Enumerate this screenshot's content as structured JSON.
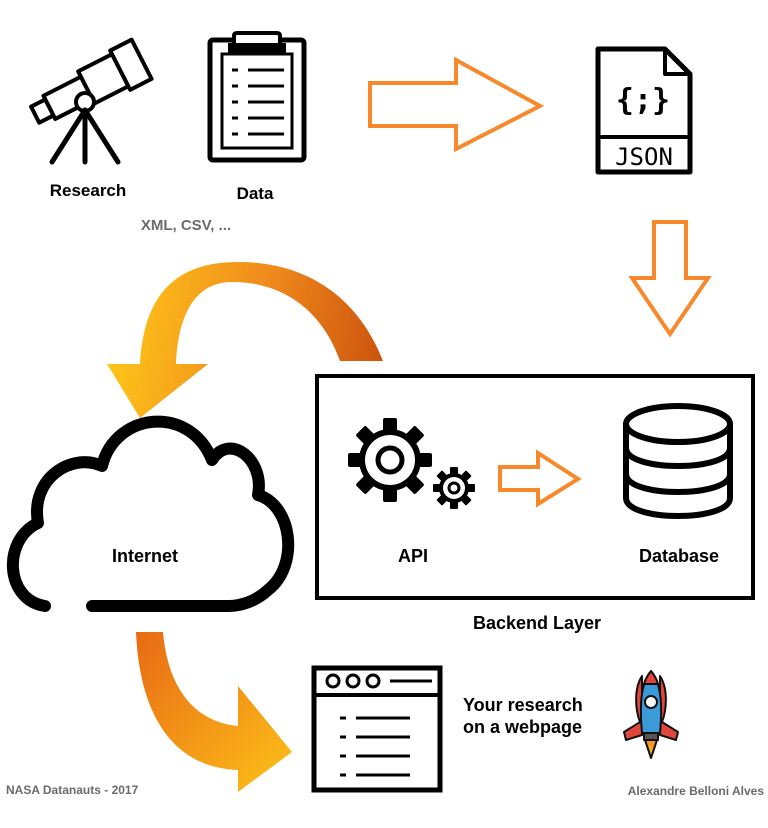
{
  "labels": {
    "research": "Research",
    "data": "Data",
    "formats": "XML, CSV, ...",
    "json": "JSON",
    "json_braces": "{;}",
    "internet": "Internet",
    "api": "API",
    "database": "Database",
    "backend_layer": "Backend Layer",
    "result_line1": "Your research",
    "result_line2": "on a webpage",
    "credit_left": "NASA Datanauts - 2017",
    "credit_right": "Alexandre Belloni Alves"
  },
  "colors": {
    "accent_orange": "#f7892c",
    "curved_arrow_dark": "#c94f0c",
    "curved_arrow_light": "#fdc219",
    "rocket_blue": "#3b9bd9",
    "rocket_red": "#e2463b",
    "muted_text": "#6b6b6b"
  }
}
